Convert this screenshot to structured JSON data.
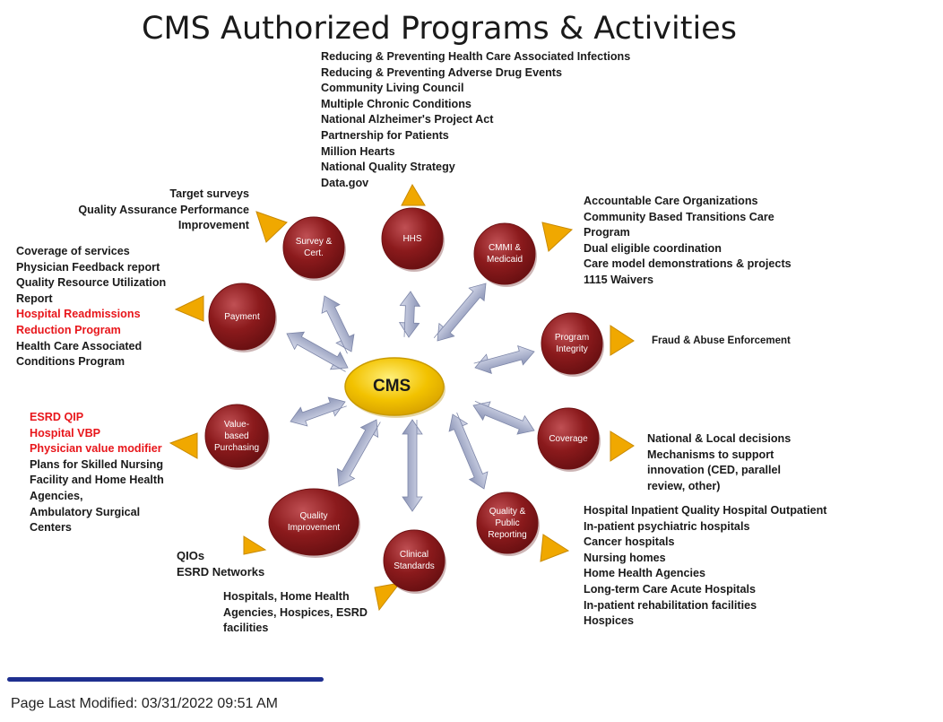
{
  "title": "CMS Authorized Programs & Activities",
  "center": {
    "label": "CMS"
  },
  "nodes": [
    {
      "id": "survey",
      "label_lines": [
        "Survey &",
        "Cert."
      ]
    },
    {
      "id": "hhs",
      "label_lines": [
        "HHS"
      ]
    },
    {
      "id": "cmmi",
      "label_lines": [
        "CMMI &",
        "Medicaid"
      ]
    },
    {
      "id": "integrity",
      "label_lines": [
        "Program",
        "Integrity"
      ]
    },
    {
      "id": "coverage",
      "label_lines": [
        "Coverage"
      ]
    },
    {
      "id": "quality-public",
      "label_lines": [
        "Quality &",
        "Public",
        "Reporting"
      ]
    },
    {
      "id": "clinical",
      "label_lines": [
        "Clinical",
        "Standards"
      ]
    },
    {
      "id": "quality-improvement",
      "label_lines": [
        "Quality",
        "Improvement"
      ]
    },
    {
      "id": "vbp",
      "label_lines": [
        "Value-",
        "based",
        "Purchasing"
      ]
    },
    {
      "id": "payment",
      "label_lines": [
        "Payment"
      ]
    }
  ],
  "annotations": {
    "hhs": [
      "Reducing & Preventing Health Care Associated Infections",
      "Reducing & Preventing Adverse Drug Events",
      "Community Living Council",
      "Multiple Chronic Conditions",
      "National Alzheimer's Project Act",
      "Partnership for Patients",
      "Million Hearts",
      "National Quality Strategy",
      "Data.gov"
    ],
    "survey": [
      "Target surveys",
      "Quality Assurance Performance",
      "Improvement"
    ],
    "cmmi": [
      "Accountable Care Organizations",
      "Community Based Transitions Care",
      "Program",
      "Dual eligible coordination",
      "Care model demonstrations & projects",
      "1115 Waivers"
    ],
    "payment_black_1": [
      "Coverage of services",
      "Physician Feedback report",
      "Quality Resource Utilization",
      "Report"
    ],
    "payment_red": [
      "Hospital Readmissions",
      "Reduction Program"
    ],
    "payment_black_2": [
      "Health Care Associated",
      "Conditions  Program"
    ],
    "integrity": [
      "Fraud & Abuse Enforcement"
    ],
    "vbp_red": [
      "ESRD QIP",
      "Hospital VBP",
      "Physician value modifier"
    ],
    "vbp_black": [
      "Plans for Skilled Nursing",
      "Facility and Home Health",
      "Agencies,",
      "Ambulatory Surgical",
      "Centers"
    ],
    "coverage": [
      "National & Local decisions",
      "Mechanisms to support",
      "innovation (CED, parallel",
      "review, other)"
    ],
    "quality_public": [
      "Hospital Inpatient  Quality Hospital Outpatient",
      "In-patient psychiatric hospitals",
      "Cancer hospitals",
      "Nursing homes",
      "Home Health Agencies",
      "Long-term Care Acute Hospitals",
      "In-patient rehabilitation facilities",
      "Hospices"
    ],
    "quality_improvement": [
      "QIOs",
      "ESRD Networks"
    ],
    "clinical": [
      "Hospitals, Home Health",
      "Agencies, Hospices, ESRD",
      "facilities"
    ]
  },
  "colors": {
    "circle": "#8b1a1c",
    "circle_highlight": "#c05054",
    "center": "#f2c200",
    "center_highlight": "#fff07a",
    "triangle": "#f0a800",
    "arrow": "#9aa3c0",
    "red_text": "#e8161b",
    "footer_bar": "#1e2f8f"
  },
  "footer": {
    "label": "Page Last Modified:",
    "value": "03/31/2022 09:51 AM"
  }
}
